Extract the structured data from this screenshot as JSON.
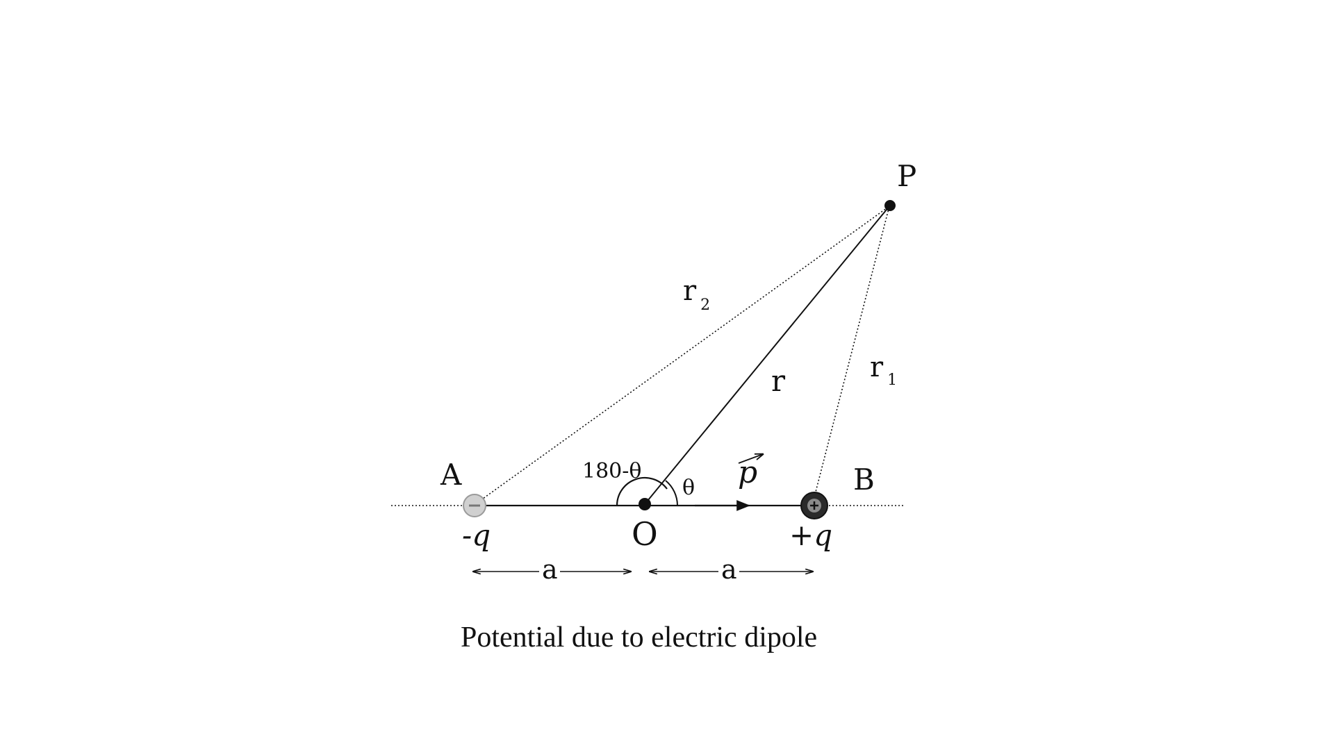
{
  "diagram": {
    "points": {
      "P": "P",
      "A": "A",
      "B": "B",
      "O": "O"
    },
    "charges": {
      "negative": "-q",
      "positive": "+q",
      "negative_sign": "−",
      "positive_sign": "+"
    },
    "distances": {
      "r": "r",
      "r1_base": "r",
      "r1_sub": "1",
      "r2_base": "r",
      "r2_sub": "2",
      "a_left": "a",
      "a_right": "a"
    },
    "angles": {
      "theta": "θ",
      "supplement": "180-θ"
    },
    "dipole_moment": "p",
    "caption": "Potential due to electric dipole",
    "colors": {
      "ink": "#111111",
      "negative_charge": "#c8c8c8",
      "positive_charge": "#333333"
    }
  }
}
